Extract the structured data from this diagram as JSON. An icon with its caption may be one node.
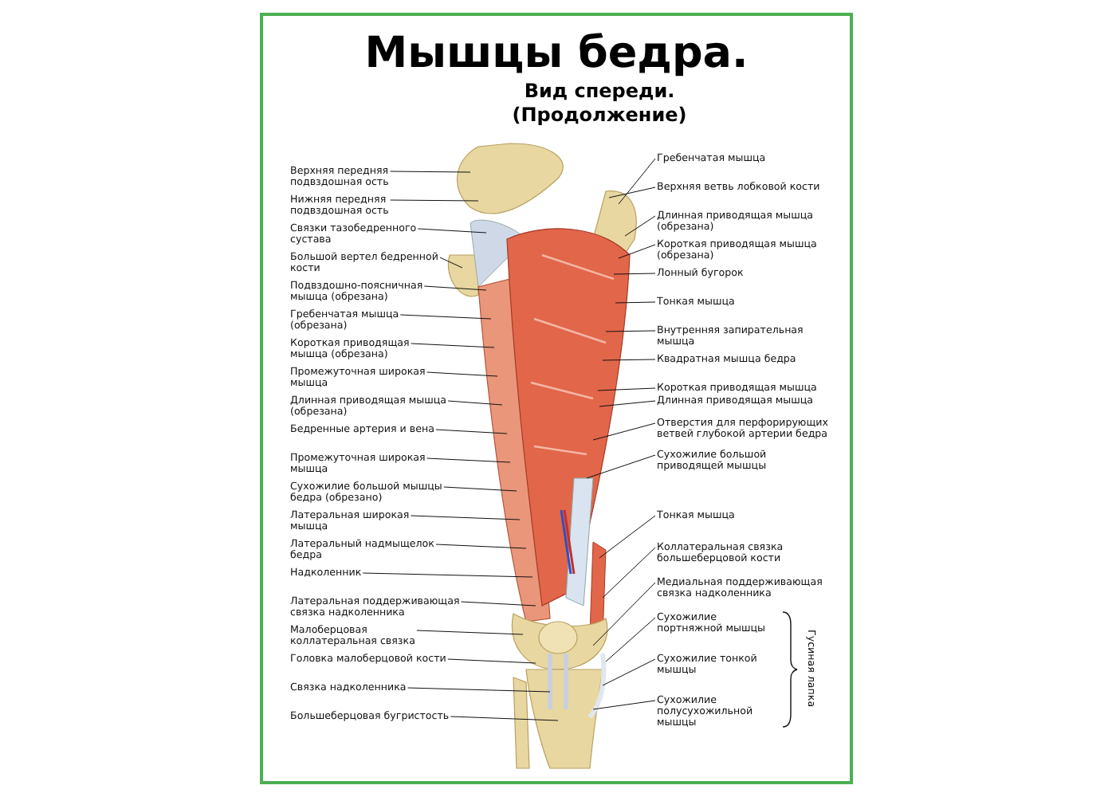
{
  "diagram": {
    "title": "Мышцы бедра.",
    "nodes": [
      {
        "text": [
          "Верхняя передняя подвздошная ость"
        ]
      },
      {
        "text": [
          "Нижняя передняя подвздошная ость"
        ]
      },
      {
        "text": [
          "Связки тазобедренного сустава"
        ]
      },
      {
        "text": [
          "Большой вертел бедренной кости"
        ]
      },
      {
        "text": [
          "Подвздошно-поясничная мышца (обрезана)"
        ]
      },
      {
        "text": [
          "Гребенчатая мышца (обрезана)"
        ]
      },
      {
        "text": [
          "Короткая приводящая мышца (обрезана)"
        ]
      },
      {
        "text": [
          "Промежуточная широкая мышца"
        ]
      },
      {
        "text": [
          "Длинная приводящая мышца (обрезана)"
        ]
      },
      {
        "text": [
          "Бедренные артерия и вена"
        ]
      },
      {
        "text": [
          "Промежуточная широкая мышца"
        ]
      },
      {
        "text": [
          "Сухожилие большой мышцы бедра (обрезано)"
        ]
      },
      {
        "text": [
          "Латеральная широкая мышца"
        ]
      },
      {
        "text": [
          "Латеральный надмыщелок бедра"
        ]
      },
      {
        "text": [
          "Надколенник"
        ]
      },
      {
        "text": [
          "Латеральная поддерживающая связка надколенника"
        ]
      },
      {
        "text": [
          "Малоберцовая коллатеральная связка"
        ]
      },
      {
        "text": [
          "Головка малоберцовой кости"
        ]
      },
      {
        "text": [
          "Связка надколенника"
        ]
      },
      {
        "text": [
          "Большеберцовая бугристость"
        ]
      },
      {
        "text": [
          "Гребенчатая мышца"
        ]
      },
      {
        "text": [
          "Верхняя ветвь лобковой кости"
        ]
      },
      {
        "text": [
          "Длинная приводящая мышца (обрезана)"
        ]
      },
      {
        "text": [
          "Короткая приводящая мышца (обрезана)"
        ]
      },
      {
        "text": [
          "Лонный бугорок"
        ]
      },
      {
        "text": [
          "Тонкая мышца"
        ]
      },
      {
        "text": [
          "Внутренняя запирательная мышца"
        ]
      },
      {
        "text": [
          "Квадратная мышца бедра"
        ]
      },
      {
        "text": [
          "Короткая приводящая мышца"
        ]
      },
      {
        "text": [
          "Длинная приводящая мышца"
        ]
      },
      {
        "text": [
          "Отверстия для перфорирующих ветвей глубокой артерии бедра"
        ]
      },
      {
        "text": [
          "Сухожилие большой приводящей мышцы"
        ]
      },
      {
        "text": [
          "Тонкая мышца"
        ]
      },
      {
        "text": [
          "Коллатеральная связка большеберцовой кости"
        ]
      },
      {
        "text": [
          "Медиальная поддерживающая связка надколенника"
        ]
      },
      {
        "text": [
          "Сухожилие портняжной мышцы"
        ]
      },
      {
        "text": [
          "Сухожилие тонкой мышцы"
        ]
      },
      {
        "text": [
          "Сухожилие полусухожильной мышцы"
        ]
      }
    ],
    "edges": [
      {
        "from": 0,
        "to": null,
        "arrow": "none"
      },
      {
        "from": 1,
        "to": null,
        "arrow": "none"
      },
      {
        "from": 2,
        "to": null,
        "arrow": "none"
      },
      {
        "from": 3,
        "to": null,
        "arrow": "none"
      },
      {
        "from": 4,
        "to": null,
        "arrow": "none"
      },
      {
        "from": 5,
        "to": null,
        "arrow": "none"
      },
      {
        "from": 6,
        "to": null,
        "arrow": "none"
      },
      {
        "from": 7,
        "to": null,
        "arrow": "none"
      },
      {
        "from": 8,
        "to": null,
        "arrow": "none"
      },
      {
        "from": 9,
        "to": null,
        "arrow": "none"
      },
      {
        "from": 10,
        "to": null,
        "arrow": "none"
      },
      {
        "from": 11,
        "to": null,
        "arrow": "none"
      },
      {
        "from": 12,
        "to": null,
        "arrow": "none"
      },
      {
        "from": 13,
        "to": null,
        "arrow": "none"
      },
      {
        "from": 14,
        "to": null,
        "arrow": "none"
      },
      {
        "from": 15,
        "to": null,
        "arrow": "none"
      },
      {
        "from": 16,
        "to": null,
        "arrow": "none"
      },
      {
        "from": 17,
        "to": null,
        "arrow": "none"
      },
      {
        "from": 18,
        "to": null,
        "arrow": "none"
      },
      {
        "from": 19,
        "to": null,
        "arrow": "none"
      },
      {
        "from": 20,
        "to": null,
        "arrow": "none"
      },
      {
        "from": 21,
        "to": null,
        "arrow": "none"
      },
      {
        "from": 22,
        "to": null,
        "arrow": "none"
      },
      {
        "from": 23,
        "to": null,
        "arrow": "none"
      },
      {
        "from": 24,
        "to": null,
        "arrow": "none"
      },
      {
        "from": 25,
        "to": null,
        "arrow": "none"
      },
      {
        "from": 26,
        "to": null,
        "arrow": "none"
      },
      {
        "from": 27,
        "to": null,
        "arrow": "none"
      },
      {
        "from": 28,
        "to": null,
        "arrow": "none"
      },
      {
        "from": 29,
        "to": null,
        "arrow": "none"
      },
      {
        "from": 30,
        "to": null,
        "arrow": "none"
      },
      {
        "from": 31,
        "to": null,
        "arrow": "none"
      },
      {
        "from": 32,
        "to": null,
        "arrow": "none"
      },
      {
        "from": 33,
        "to": null,
        "arrow": "none"
      },
      {
        "from": 34,
        "to": null,
        "arrow": "none"
      },
      {
        "from": 35,
        "to": null,
        "arrow": "none"
      },
      {
        "from": 36,
        "to": null,
        "arrow": "none"
      },
      {
        "from": 37,
        "to": null,
        "arrow": "none"
      }
    ],
    "labels": [
      "Вид спереди. (Продолжение)",
      "Гусиная лапка"
    ]
  }
}
